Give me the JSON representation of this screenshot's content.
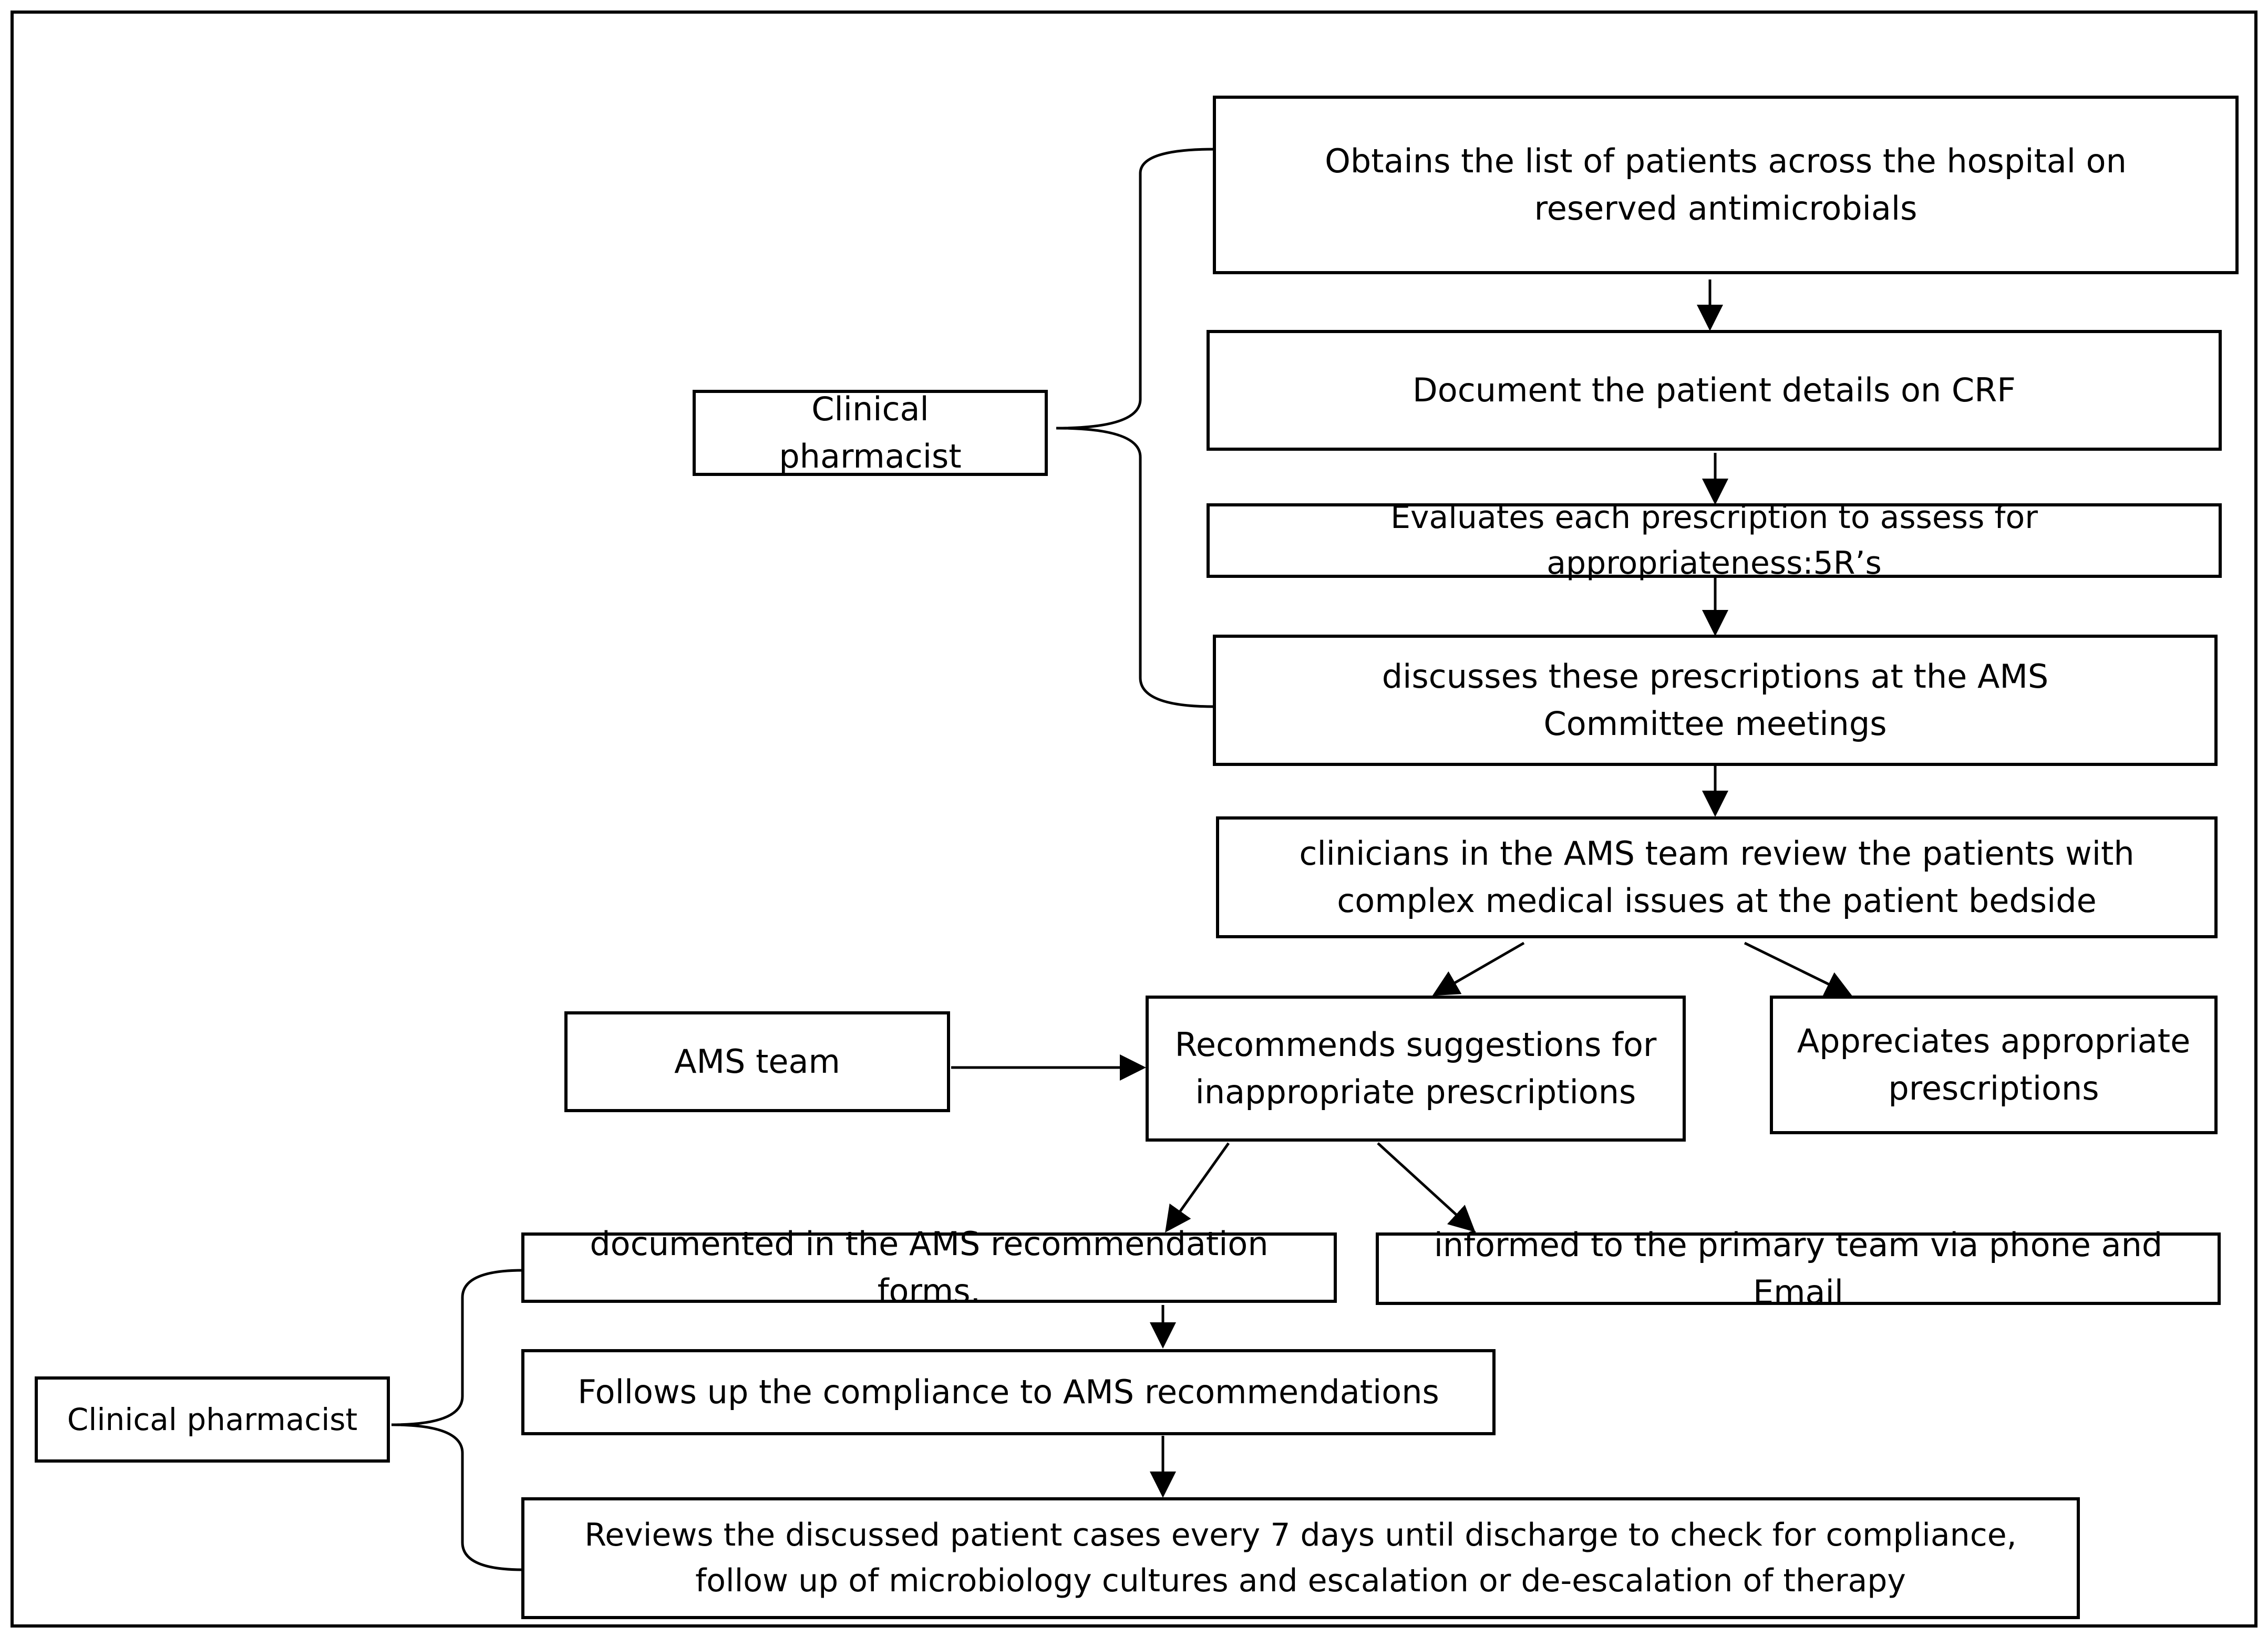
{
  "diagram": {
    "roles": {
      "clinical_pharmacist_top": "Clinical pharmacist",
      "ams_team": "AMS team",
      "clinical_pharmacist_bottom": "Clinical pharmacist"
    },
    "steps": {
      "obtains_list": "Obtains the list of patients across the hospital on reserved antimicrobials",
      "document_details": "Document the patient details on CRF",
      "evaluates_prescription": "Evaluates each prescription to assess for appropriateness:5R’s",
      "discusses_prescriptions": "discusses these prescriptions at the AMS Committee meetings",
      "clinicians_review": "clinicians in the AMS team review the patients with complex medical issues at the patient bedside",
      "recommends_suggestions": "Recommends suggestions for inappropriate prescriptions",
      "appreciates_appropriate": "Appreciates appropriate prescriptions",
      "documented_forms": "documented in the AMS recommendation forms.",
      "informed_primary_team": "informed to the primary team via phone and Email",
      "follows_up_compliance": "Follows up the compliance to AMS recommendations",
      "reviews_cases": "Reviews the discussed patient cases every 7 days until discharge to check for compliance, follow up of microbiology cultures and escalation or de-escalation of therapy"
    }
  }
}
